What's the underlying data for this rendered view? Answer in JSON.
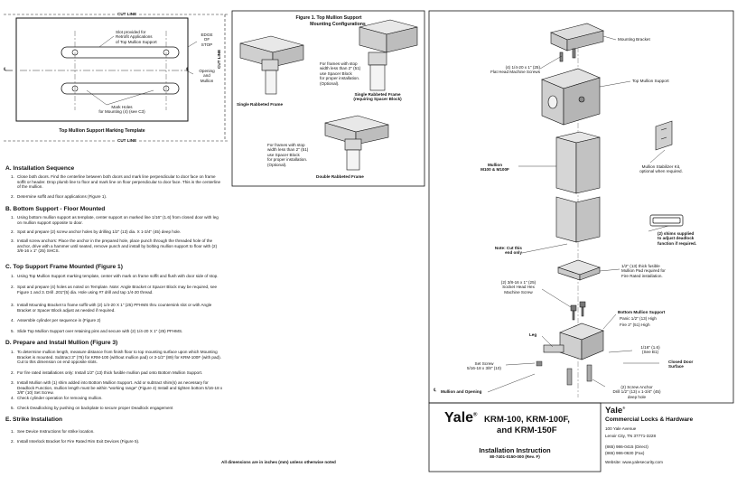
{
  "template": {
    "cut_line_label": "CUT LINE",
    "slot_note": "Slot provided for\nRetrofit Applications\nof Top Mullion Support",
    "edge_of_stop": "EDGE\nOF\nSTOP",
    "centerline_label": "Opening\nand\nMullion",
    "centerline_symbol": "℄",
    "mark_holes_note": "Mark Holes\nfor Mounting (4) (see C3)",
    "caption": "Top Mullion Support Marking Template"
  },
  "figure1": {
    "title_line1": "Figure 1. Top Mullion Support",
    "title_line2": "Mounting Configurations",
    "label_single": "Single Rabbeted Frame",
    "note_spacer": "For frames with stop\nwidth less than 2\" (51)\nuse Spacer Block\nfor proper installation.\n(Optional).",
    "label_single_spacer": "Single Rabbeted Frame\n(requiring Spacer Block)",
    "note_double": "For frames with stop\nwidth less than 2\" (51)\nuse Spacer Block\nfor proper installation.\n(Optional).",
    "label_double": "Double Rabbeted Frame"
  },
  "sections": [
    {
      "heading": "A. Installation Sequence",
      "steps": [
        {
          "n": "1.",
          "text": "Close both doors. Find the centerline between both doors and mark line perpendicular to door face on frame soffit or header. Drop plumb line to floor and mark line on floor perpendicular to door face. This is the centerline of the mullion."
        },
        {
          "n": "2.",
          "text": "Determine soffit and floor applications (Figure 1)."
        }
      ]
    },
    {
      "heading": "B. Bottom Support - Floor Mounted",
      "steps": [
        {
          "n": "1.",
          "text": "Using bottom mullion support as template, center support on marked line 1/16\" (1.6) from closed door with leg on mullion support opposite to door."
        },
        {
          "n": "2.",
          "text": "Spot and prepare (2) screw anchor holes by drilling 1/2\" (13) dia. X 1-3/4\" (45) deep hole."
        },
        {
          "n": "3.",
          "text": "Install screw anchors: Place the anchor in the prepared hole, place punch through the threaded hole of the anchor, drive with a hammer until seated, remove punch and install by bolting mullion support to floor with (2) 3/8-16 x 1\" (25) SHCS."
        }
      ]
    },
    {
      "heading": "C. Top Support Frame Mounted (Figure 1)",
      "steps": [
        {
          "n": "1.",
          "text": "Using Top Mullion Support marking template, center with mark on frame soffit and flush with door side of stop."
        },
        {
          "n": "2.",
          "text": "Spot and prepare (4) holes as noted on Template. Note: Angle Bracket or Spacer Block may be required, see Figure 1 and 3. Drill .201\"(5) dia. Hole using #7 drill and tap 1/4-20 thread."
        },
        {
          "n": "3.",
          "text": "Install Mounting Bracket to frame soffit with (2) 1/4-20 X 1\" (25) PFHMS thru countersink slot or with Angle Bracket or Spacer Block adjust as needed if required."
        },
        {
          "n": "4.",
          "text": "Assemble cylinder per sequence in (Figure 2)"
        },
        {
          "n": "5.",
          "text": "Slide Top Mullion Support over retaining pins and secure with (2) 1/4-20 X 1\" (25) PFHMS."
        }
      ]
    },
    {
      "heading": "D. Prepare and Install Mullion (Figure 3)",
      "steps": [
        {
          "n": "1.",
          "text": "To determine mullion length, measure distance from finish floor to top mounting surface upon which Mounting Bracket is mounted. Subtract 3\" (76) for KRM-100 (without mullion pad) or 3-1/2\" (89) for KRM-100F (with pad). Cut to this dimension on end opposite slots."
        },
        {
          "n": "2.",
          "text": "For fire rated installations only: Install 1/2\" (13) thick fusible mullion pad onto Bottom Mullion Support."
        },
        {
          "n": "3.",
          "text": "Install Mullion with (1) shim added into Bottom Mullion Support. Add or subtract shim(s) as necessary for Deadlock Function, mullion length must be within \"working range\" (Figure 4) Install and tighten bottom 5/16-18 x 3/8\" (10) Set Screw."
        },
        {
          "n": "4.",
          "text": "Check cylinder operation for removing mullion."
        },
        {
          "n": "5.",
          "text": "Check Deadlocking by pushing on backplate to secure proper Deadlock engagement"
        }
      ]
    },
    {
      "heading": "E. Strike Installation",
      "steps": [
        {
          "n": "1.",
          "text": "See Device Instructions for strike location."
        },
        {
          "n": "2.",
          "text": "Install Interlock Bracket for Fire Rated Rim Exit Devices (Figure 5)."
        }
      ]
    }
  ],
  "footer_note": "All dimensions are in inches (mm) unless otherwise noted",
  "exploded": {
    "mounting_bracket": "Mounting Bracket",
    "screws": "(4) 1/4-20 x 1\" (25)\nFlat Head Machine Screws",
    "top_mullion_support": "Top Mullion Support",
    "mullion": "Mullion\nM100 & M100F",
    "stabilizer": "Mullion Stabilizer Kit,\noptional when required.",
    "shims": "(2) shims supplied\nto adjust deadlock\nfunction if required.",
    "cut_note": "Note: Cut this\nend only",
    "fire_pad": "1/2\" (13) thick fusible\nMullion Pad required for\nFire Rated installation.",
    "socket_screw": "(2) 3/8-16 x 1\" (25)\nSocket Head Hex\nMachine Screw",
    "leg": "Leg",
    "bottom_support": "Bottom Mullion Support",
    "panic_height": "Panic 1/2\" (13) High",
    "fire_height": "Fire 2\" (51) High",
    "gap_dim": "1/16\" (1.6)\n(See B1)",
    "closed_door": "Closed Door\nSurface",
    "set_screw": "Set Screw\n5/16-18 x 3/8\" (10)",
    "mullion_opening": "Mullion and Opening",
    "screw_anchor": "(2) Screw Anchor\nDrill 1/2\" (13) x 1-3/4\" (45)\ndeep hole"
  },
  "title_block": {
    "brand": "Yale",
    "reg_mark": "®",
    "models_line1": "KRM-100, KRM-100F,",
    "models_line2": "and KRM-150F",
    "doc_title": "Installation Instruction",
    "doc_number": "80-7401-0150-000 (Rev. F)"
  },
  "company": {
    "brand": "Yale",
    "reg_mark": "®",
    "division": "Commercial Locks & Hardware",
    "address1": "100 Yale Avenue",
    "address2": "Lenoir City, TN 37771-3228",
    "phone1": "(865) 986-0415 (Direct)",
    "phone2": "(865) 986-0630 (Fax)",
    "website": "Website: www.yalesecurity.com"
  }
}
